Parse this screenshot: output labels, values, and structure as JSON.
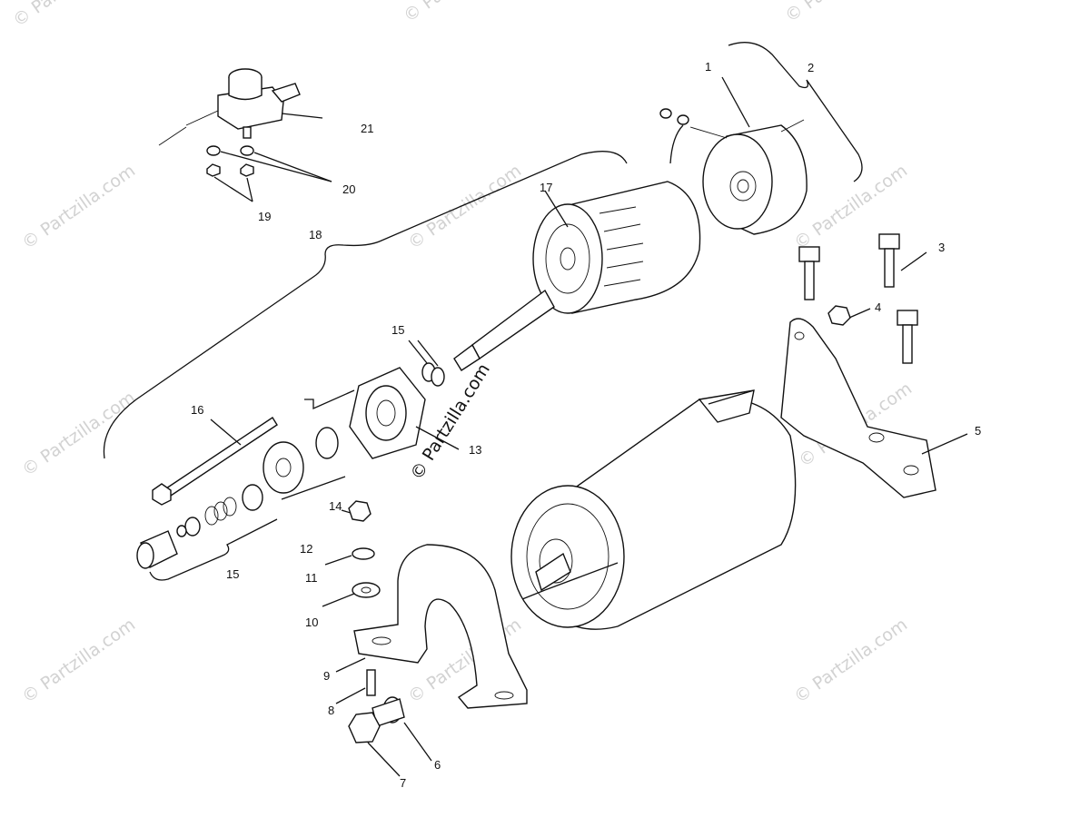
{
  "diagram": {
    "watermark": "© Partzilla.com",
    "callouts": {
      "c1": "1",
      "c2": "2",
      "c3": "3",
      "c4": "4",
      "c5": "5",
      "c6": "6",
      "c7": "7",
      "c8": "8",
      "c9": "9",
      "c10": "10",
      "c11": "11",
      "c12": "12",
      "c13": "13",
      "c14": "14",
      "c15a": "15",
      "c15b": "15",
      "c16": "16",
      "c17": "17",
      "c18": "18",
      "c19": "19",
      "c20": "20",
      "c21": "21"
    },
    "colors": {
      "line": "#111111",
      "watermark": "#d2d2d2",
      "background": "#ffffff"
    }
  }
}
